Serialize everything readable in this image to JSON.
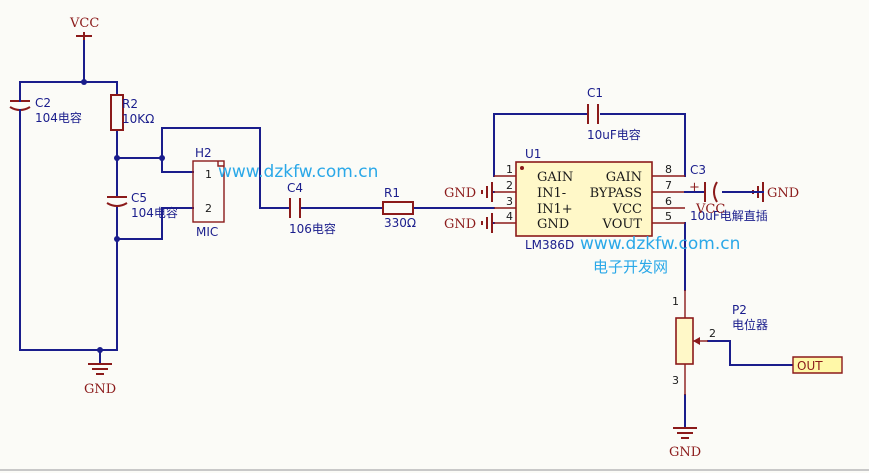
{
  "nets": {
    "vcc_top": "VCC",
    "gnd_left": "GND",
    "gnd_u1_a": "GND",
    "gnd_u1_b": "GND",
    "gnd_c3": "GND",
    "gnd_bottom": "GND",
    "vcc_pin6": "VCC"
  },
  "components": {
    "c2": {
      "ref": "C2",
      "value": "104电容"
    },
    "r2": {
      "ref": "R2",
      "value": "10KΩ"
    },
    "c5": {
      "ref": "C5",
      "value": "104电容"
    },
    "h2": {
      "ref": "H2",
      "value": "MIC",
      "pin1": "1",
      "pin2": "2"
    },
    "c4": {
      "ref": "C4",
      "value": "106电容"
    },
    "r1": {
      "ref": "R1",
      "value": "330Ω"
    },
    "c1": {
      "ref": "C1",
      "value": "10uF电容"
    },
    "c3": {
      "ref": "C3",
      "value": "10uF电解直插",
      "polarity": "+"
    },
    "p2": {
      "ref": "P2",
      "value": "电位器",
      "pin1": "1",
      "pin2": "2",
      "pin3": "3"
    },
    "u1": {
      "ref": "U1",
      "value": "LM386D",
      "pins_left": [
        {
          "num": "1",
          "name": "GAIN"
        },
        {
          "num": "2",
          "name": "IN1-"
        },
        {
          "num": "3",
          "name": "IN1+"
        },
        {
          "num": "4",
          "name": "GND"
        }
      ],
      "pins_right": [
        {
          "num": "8",
          "name": "GAIN"
        },
        {
          "num": "7",
          "name": "BYPASS"
        },
        {
          "num": "6",
          "name": "VCC"
        },
        {
          "num": "5",
          "name": "VOUT"
        }
      ]
    }
  },
  "port": {
    "label": "OUT"
  },
  "watermarks": {
    "w1": "www.dzkfw.com.cn",
    "w2": "www.dzkfw.com.cn",
    "w3": "电子开发网"
  }
}
